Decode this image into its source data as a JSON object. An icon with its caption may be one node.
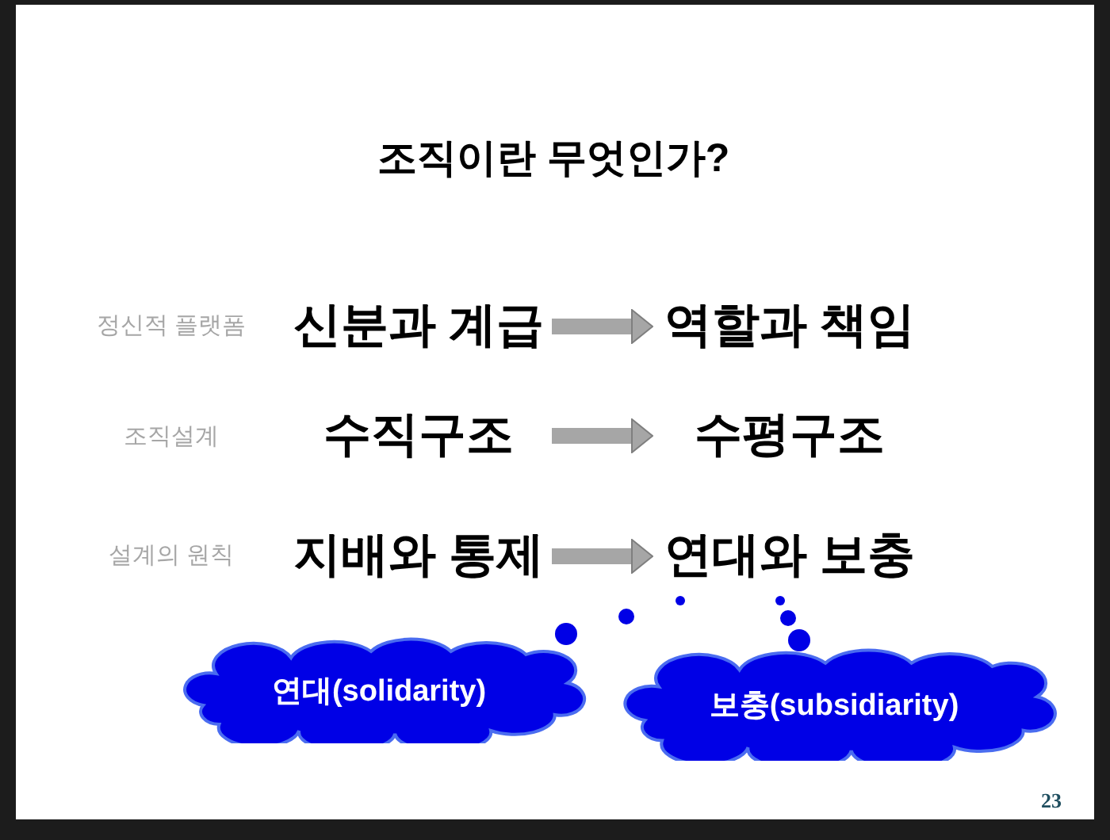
{
  "diagram": {
    "title": "조직이란 무엇인가?",
    "nodes": [
      {
        "text": [
          "신분과 계급"
        ]
      },
      {
        "text": [
          "역할과 책임"
        ]
      },
      {
        "text": [
          "수직구조"
        ]
      },
      {
        "text": [
          "수평구조"
        ]
      },
      {
        "text": [
          "지배와 통제"
        ]
      },
      {
        "text": [
          "연대와 보충"
        ]
      },
      {
        "text": [
          "연대(solidarity)"
        ]
      },
      {
        "text": [
          "보충(subsidiarity)"
        ]
      }
    ],
    "edges": [
      {
        "from": 0,
        "to": 1,
        "arrow": "to"
      },
      {
        "from": 2,
        "to": 3,
        "arrow": "to"
      },
      {
        "from": 4,
        "to": 5,
        "arrow": "to"
      }
    ],
    "labels": [
      "정신적 플랫폼",
      "조직설계",
      "설계의 원칙",
      "23"
    ]
  }
}
